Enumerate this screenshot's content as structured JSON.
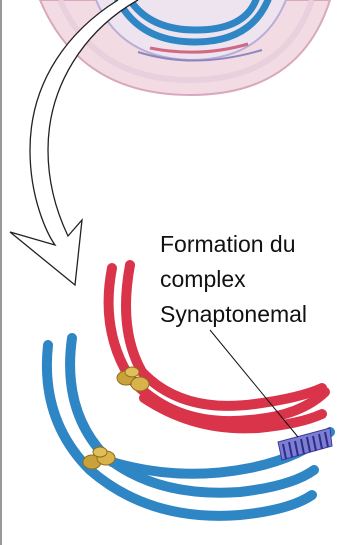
{
  "label": {
    "lines": [
      "Formation du",
      "complex",
      "Synaptonemal"
    ]
  },
  "colors": {
    "homolog_red": "#d9344a",
    "homolog_blue": "#2f86c4",
    "centromere": "#c9a23a",
    "synaptonemal_complex": "#3a3aa0",
    "nucleus_membrane": "#e4b8c8",
    "spindle_purple": "#8e86c0"
  }
}
